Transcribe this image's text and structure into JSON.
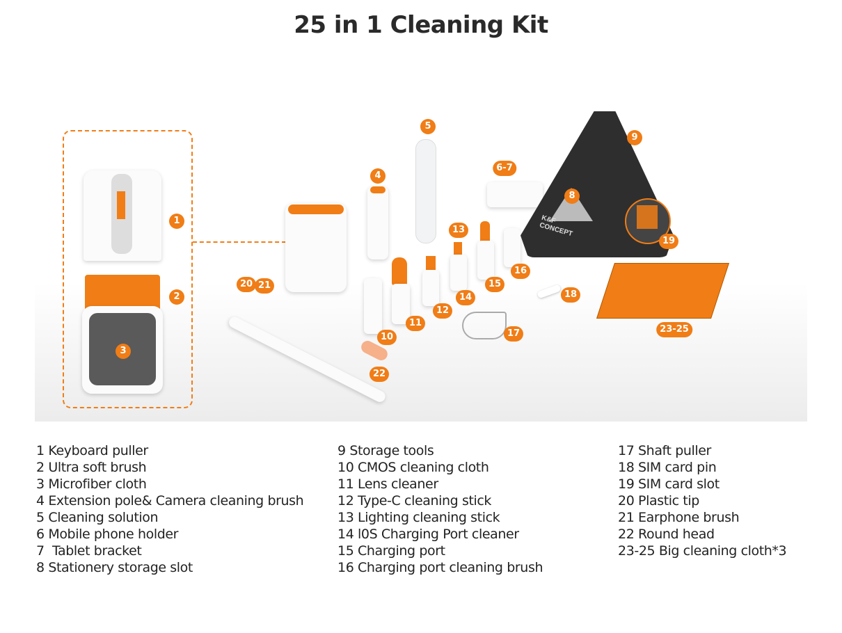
{
  "title": "25 in 1 Cleaning Kit",
  "brand": "K&F CONCEPT",
  "accent": "#f07d16",
  "callouts": [
    "1",
    "2",
    "3",
    "4",
    "5",
    "6-7",
    "8",
    "9",
    "10",
    "11",
    "12",
    "13",
    "14",
    "15",
    "16",
    "17",
    "18",
    "19",
    "20",
    "21",
    "22",
    "23-25"
  ],
  "legend": {
    "col1": [
      "1 Keyboard puller",
      "2 Ultra soft brush",
      "3 Microfiber cloth",
      "4 Extension pole& Camera cleaning brush",
      "5 Cleaning solution",
      "6 Mobile phone holder",
      "7  Tablet bracket",
      "8 Stationery storage slot"
    ],
    "col2": [
      "9 Storage tools",
      "10 CMOS cleaning cloth",
      "11 Lens cleaner",
      "12 Type-C cleaning stick",
      "13 Lighting cleaning stick",
      "14 l0S Charging Port cleaner",
      "15 Charging port",
      "16 Charging port cleaning brush"
    ],
    "col3": [
      "17 Shaft puller",
      "18 SIM card pin",
      "19 SIM card slot",
      "20 Plastic tip",
      "21 Earphone brush",
      "22 Round head",
      "23-25 Big cleaning cloth*3"
    ]
  }
}
